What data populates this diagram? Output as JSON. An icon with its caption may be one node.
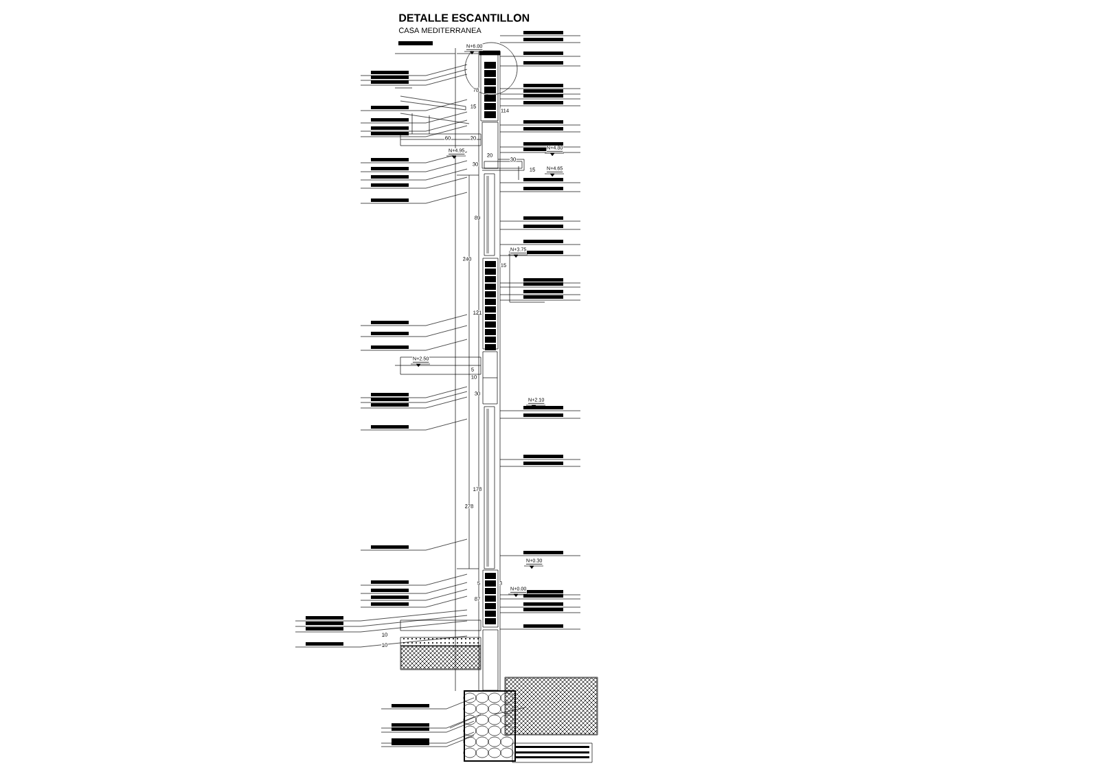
{
  "diagram": {
    "title": "DETALLE ESCANTILLON",
    "labels": [
      "CASA MEDITERRANEA",
      "N+6.00",
      "78",
      "15",
      "114",
      "60",
      "20",
      "N+4.95",
      "20",
      "30",
      "N+4.80",
      "30",
      "15",
      "N+4.65",
      "89",
      "240",
      "N+3.75",
      "15",
      "121",
      "N+2.50",
      "5",
      "10",
      "30",
      "N+2.10",
      "178",
      "278",
      "N+0.30",
      "5",
      "3",
      "N+0.00",
      "87",
      "10",
      "10"
    ]
  }
}
